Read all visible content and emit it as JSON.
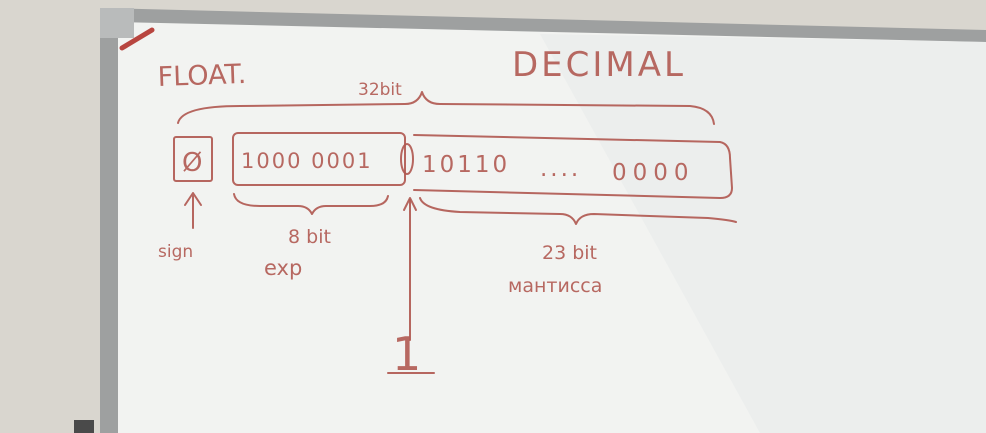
{
  "colors": {
    "wall": "#d9d6cf",
    "board_surface": "#f2f3f1",
    "frame": "#9ea0a0",
    "marker_ink": "#b15a52"
  },
  "board": {
    "title_left": "FLOAT.",
    "title_right": "DECIMAL",
    "total_label": "32bit",
    "sign_value": "Ø",
    "exponent_value": "1000 0001",
    "mantissa_start": "10110",
    "mantissa_ellipsis": "....",
    "mantissa_end": "0000",
    "sign_label": "sign",
    "exponent_size": "8 bit",
    "exponent_label": "exp",
    "mantissa_size": "23 bit",
    "mantissa_label": "мантисса",
    "implicit_bit": "1"
  }
}
